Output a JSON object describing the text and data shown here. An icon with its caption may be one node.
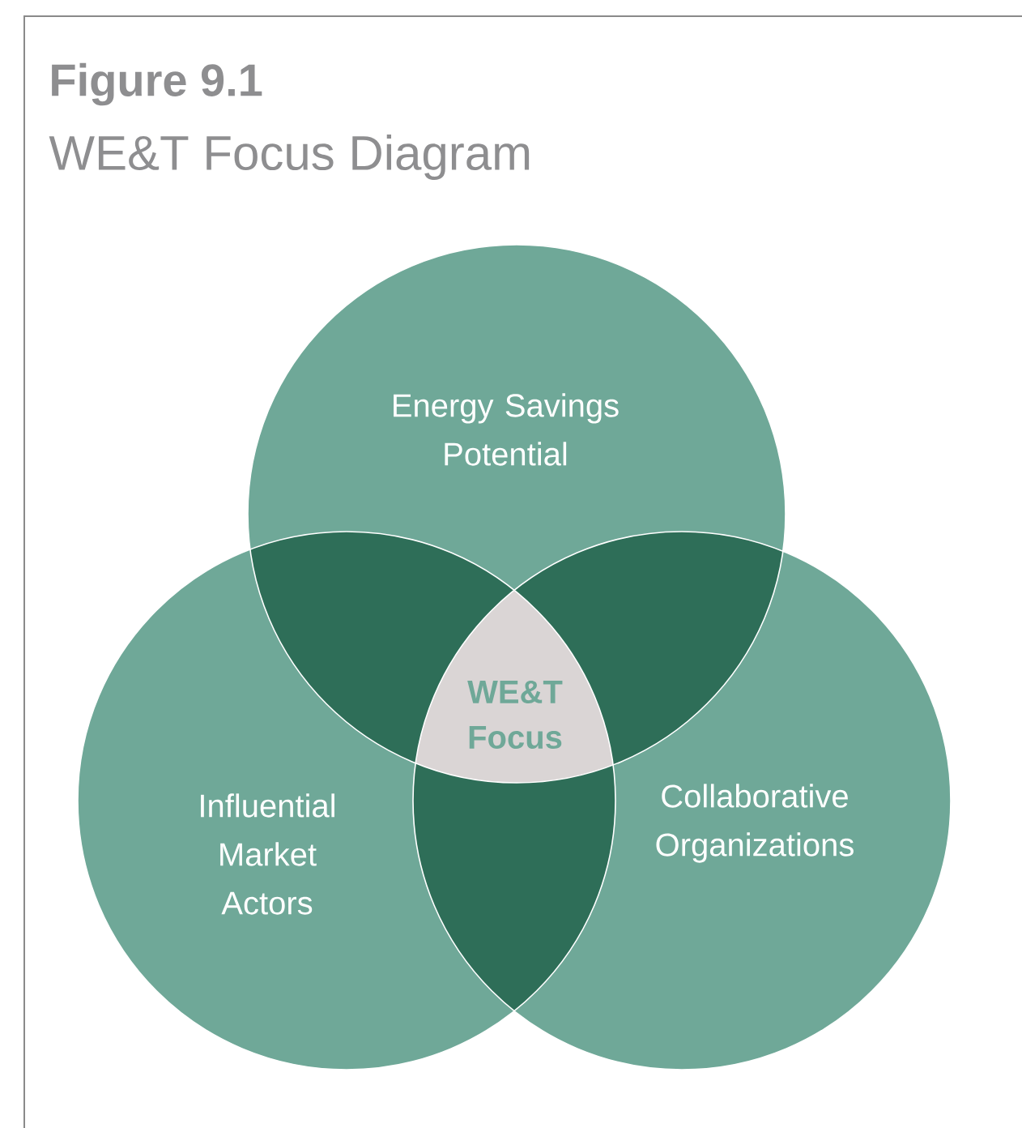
{
  "diagram": {
    "title": "Figure 9.1",
    "nodes": [
      {
        "text": [
          "Energy Savings Potential"
        ]
      },
      {
        "text": [
          "Influential Market Actors"
        ]
      },
      {
        "text": [
          "Collaborative Organizations"
        ]
      },
      {
        "text": [
          "WE&T Focus"
        ]
      }
    ],
    "labels": [
      "WE&T Focus Diagram"
    ]
  }
}
